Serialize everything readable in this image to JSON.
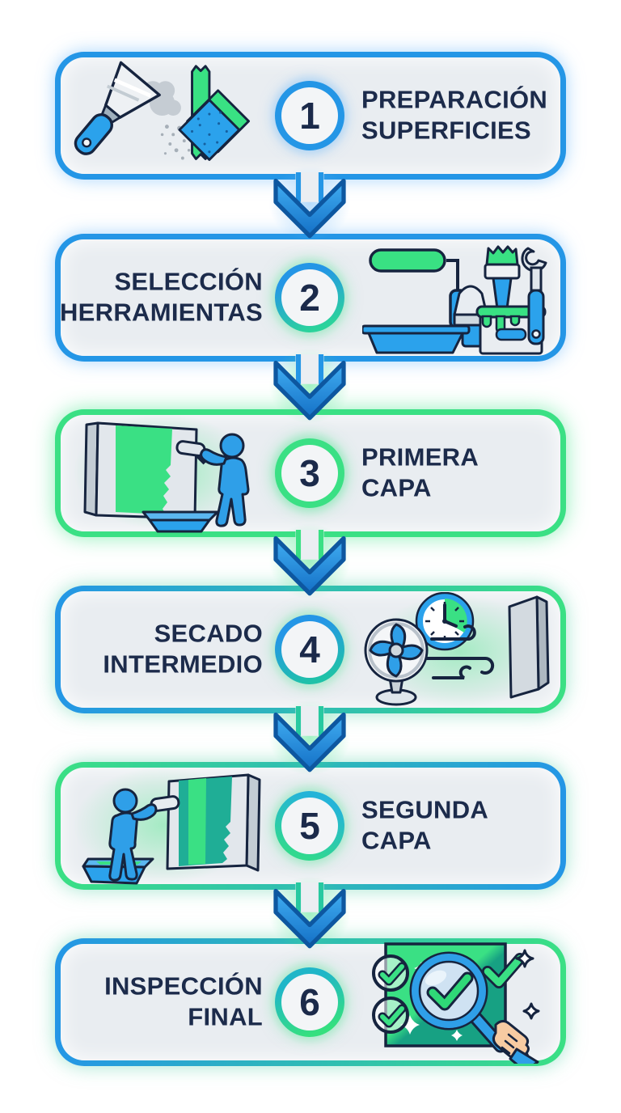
{
  "palette": {
    "blue": "#2496e6",
    "green": "#3ae084",
    "teal": "#1fc2a8",
    "navy_outline": "#16243f",
    "text": "#1c2b4b",
    "box_background": "#e9edf1",
    "page_background": "#ffffff"
  },
  "steps": [
    {
      "number": "1",
      "label_line1": "PREPARACIÓN",
      "label_line2": "SUPERFICIES",
      "icon": "putty-knife-sandpaper-icon",
      "side": "icon-left"
    },
    {
      "number": "2",
      "label_line1": "SELECCIÓN",
      "label_line2": "HERRAMIENTAS",
      "icon": "paint-tools-icon",
      "side": "icon-right"
    },
    {
      "number": "3",
      "label_line1": "PRIMERA",
      "label_line2": "CAPA",
      "icon": "painter-first-coat-icon",
      "side": "icon-left"
    },
    {
      "number": "4",
      "label_line1": "SECADO",
      "label_line2": "INTERMEDIO",
      "icon": "fan-clock-drying-icon",
      "side": "icon-right"
    },
    {
      "number": "5",
      "label_line1": "SEGUNDA",
      "label_line2": "CAPA",
      "icon": "painter-second-coat-icon",
      "side": "icon-left"
    },
    {
      "number": "6",
      "label_line1": "INSPECCIÓN",
      "label_line2": "FINAL",
      "icon": "magnifier-inspection-icon",
      "side": "icon-right"
    }
  ],
  "connectors": [
    {
      "type": "arrow-down"
    },
    {
      "type": "arrow-down"
    },
    {
      "type": "arrow-down"
    },
    {
      "type": "arrow-down"
    },
    {
      "type": "arrow-down"
    }
  ]
}
